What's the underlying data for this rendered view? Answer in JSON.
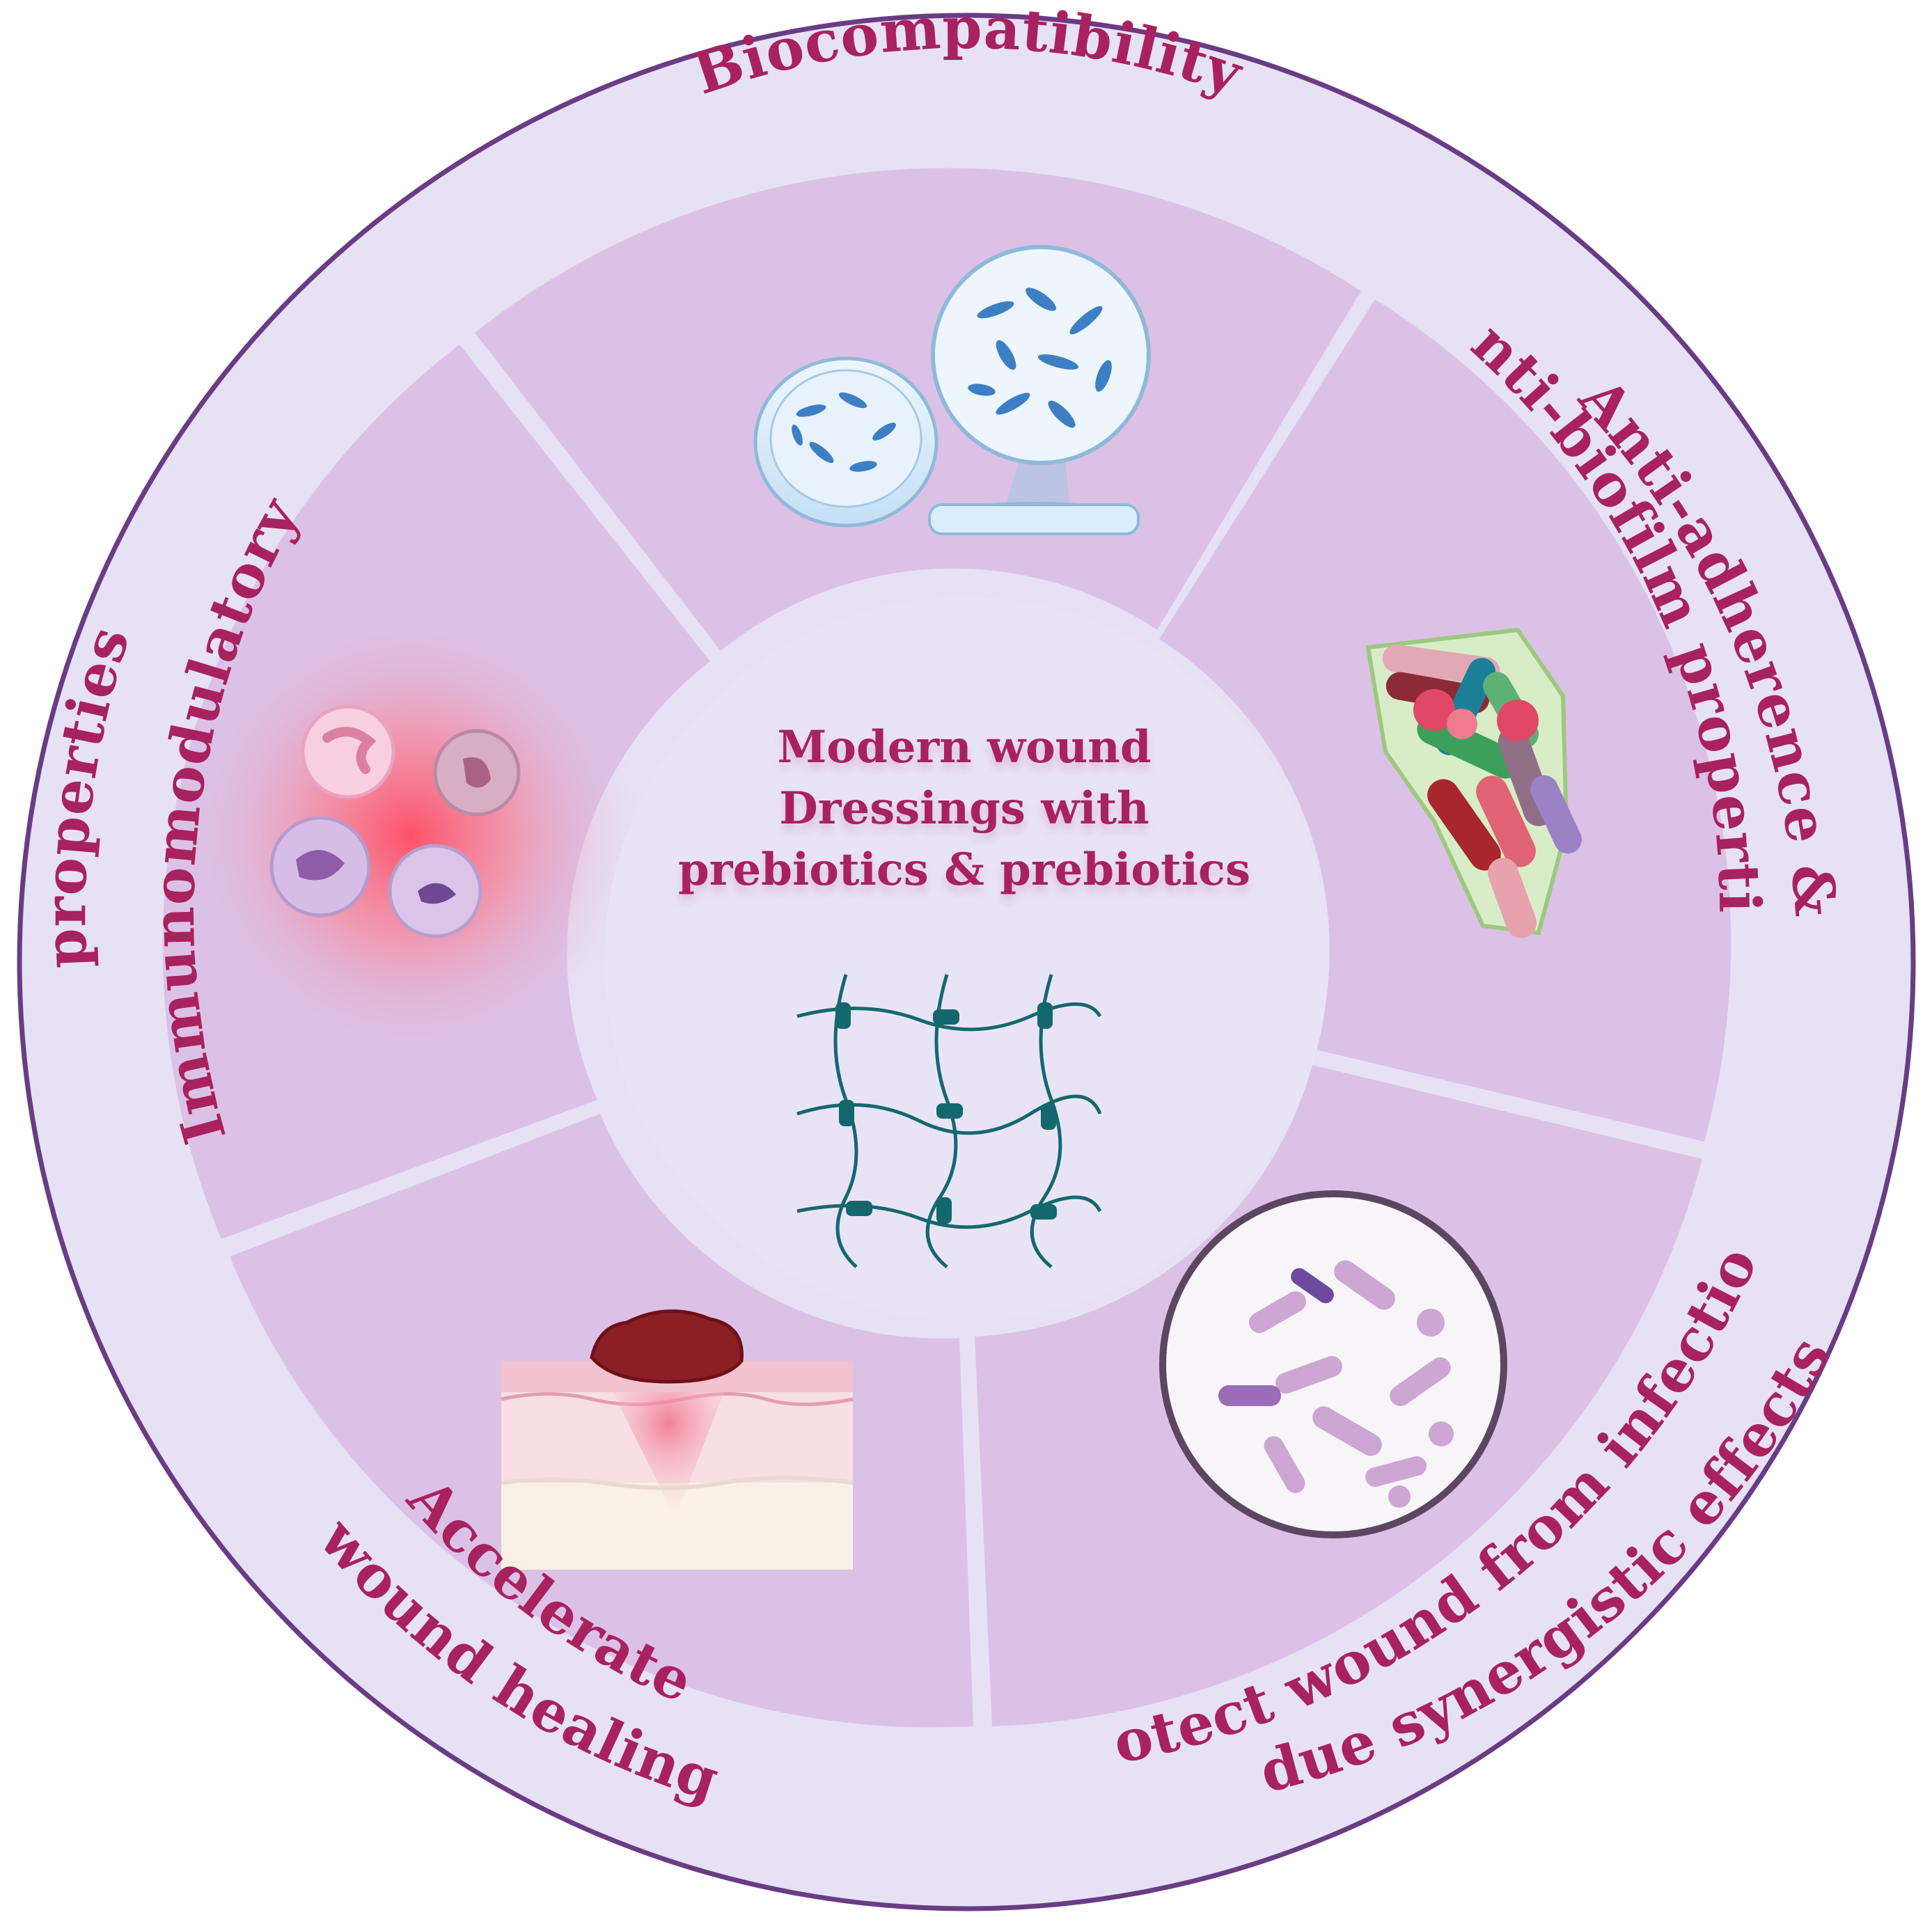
{
  "center": {
    "line1": "Modern wound",
    "line2": "Dressings with",
    "line3": "prebiotics & prebiotics"
  },
  "segments": [
    {
      "key": "biocompatibility",
      "label": "Biocompatibility",
      "icon": "petri-dish-cells-icon"
    },
    {
      "key": "anti_adherence",
      "label_line1": "Anti-adherence &",
      "label_line2": "anti-biofilm properties",
      "icon": "bacteria-biofilm-icon"
    },
    {
      "key": "protect",
      "label_line1": "Protect wound from infections",
      "label_line2": "due synergistic effects",
      "icon": "microscope-bacteria-icon"
    },
    {
      "key": "accelerate",
      "label_line1": "Accelerate",
      "label_line2": "wound healing",
      "icon": "skin-wound-icon"
    },
    {
      "key": "immunomodulatory",
      "label_line1": "Immunomodulatory",
      "label_line2": "properties",
      "icon": "immune-cells-icon"
    }
  ],
  "colors": {
    "outer_ring": "#e7e1f5",
    "ring_border": "#6a3c84",
    "segment_fill": "#dcc1e6",
    "center_fill": "#e9e3f6",
    "label": "#a8225f",
    "network": "#14686d"
  }
}
